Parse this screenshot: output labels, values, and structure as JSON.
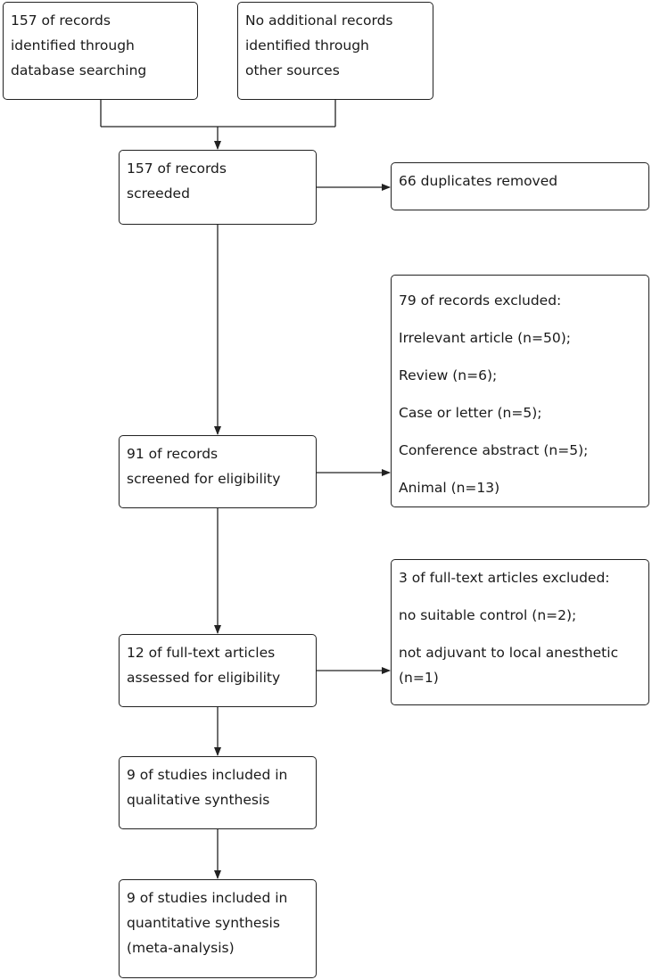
{
  "boxes": {
    "records_identified": [
      "157 of records",
      "identified through",
      "database searching"
    ],
    "additional_records": [
      "No additional records",
      "identified through",
      "other sources"
    ],
    "records_screened": [
      "157 of records",
      "screeded"
    ],
    "duplicates_removed": [
      "66 duplicates removed"
    ],
    "records_excluded": [
      "79 of records excluded:",
      "Irrelevant article (n=50);",
      "Review (n=6);",
      "Case or letter (n=5);",
      "Conference abstract (n=5);",
      "Animal (n=13)"
    ],
    "screened_eligibility": [
      "91 of records",
      "screened for eligibility"
    ],
    "fulltext_excluded": [
      "3 of full-text articles excluded:",
      "no suitable control (n=2);",
      "not adjuvant to local anesthetic",
      "(n=1)"
    ],
    "fulltext_assessed": [
      "12 of full-text articles",
      "assessed for eligibility"
    ],
    "qualitative_synthesis": [
      "9 of studies included in",
      "qualitative synthesis"
    ],
    "quantitative_synthesis": [
      "9 of studies included in",
      "quantitative synthesis",
      "(meta-analysis)"
    ]
  },
  "colors": {
    "line": "#222222",
    "box_border": "#222222",
    "text": "#1a1a1a",
    "background": "#ffffff"
  }
}
